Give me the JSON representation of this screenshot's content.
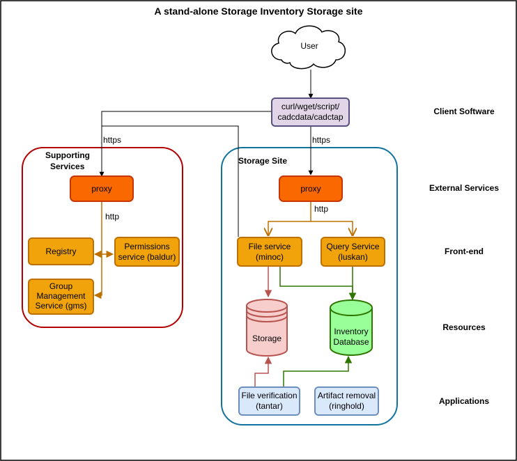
{
  "title": "A stand-alone Storage Inventory Storage site",
  "layers": {
    "client": "Client Software",
    "external": "External Services",
    "frontend": "Front-end",
    "resources": "Resources",
    "applications": "Applications"
  },
  "user": {
    "label": "User"
  },
  "client_software": {
    "line1": "curl/wget/script/",
    "line2": "cadcdata/cadctap"
  },
  "supporting": {
    "title_line1": "Supporting",
    "title_line2": "Services",
    "proxy": "proxy",
    "http_label": "http",
    "registry": "Registry",
    "permissions_line1": "Permissions",
    "permissions_line2": "service (baldur)",
    "gms_line1": "Group",
    "gms_line2": "Management",
    "gms_line3": "Service (gms)"
  },
  "storage_site": {
    "title": "Storage Site",
    "proxy": "proxy",
    "http_label": "http",
    "file_service_line1": "File service",
    "file_service_line2": "(minoc)",
    "query_service_line1": "Query Service",
    "query_service_line2": "(luskan)",
    "storage": "Storage",
    "inventory_line1": "Inventory",
    "inventory_line2": "Database",
    "file_verification_line1": "File verification",
    "file_verification_line2": "(tantar)",
    "artifact_removal_line1": "Artifact removal",
    "artifact_removal_line2": "(ringhold)"
  },
  "edge_labels": {
    "https_left": "https",
    "https_right": "https"
  },
  "colors": {
    "proxy_fill": "#fa6800",
    "proxy_stroke": "#c73500",
    "service_fill": "#f0a30a",
    "service_stroke": "#bd7000",
    "storage_fill": "#f8cecc",
    "storage_stroke": "#b85450",
    "inventory_fill": "#99ff99",
    "inventory_stroke": "#2d7600",
    "app_fill": "#dae8fc",
    "app_stroke": "#6c8ebf",
    "client_fill": "#e1d5e7",
    "client_stroke": "#56517e",
    "supporting_border": "#b20000",
    "site_border": "#10739e",
    "orange_edge": "#bd7000",
    "red_edge": "#b85450",
    "green_edge": "#2d7600"
  }
}
